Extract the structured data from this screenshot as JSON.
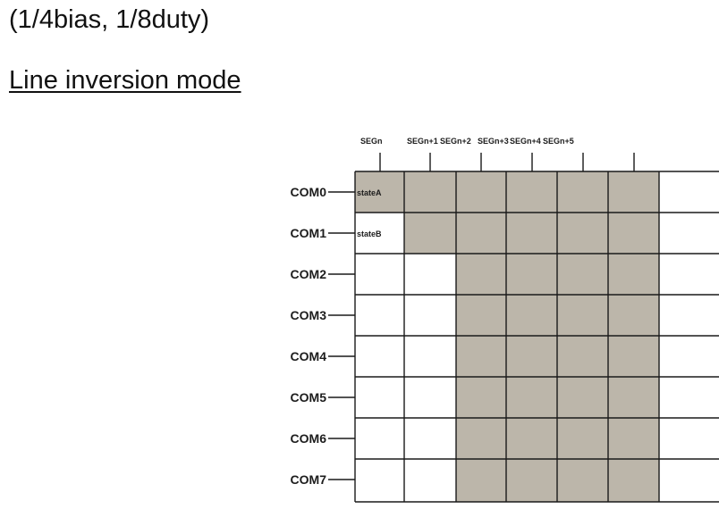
{
  "subtitle": "(1/4bias, 1/8duty)",
  "mode_title": "Line inversion mode",
  "segments": [
    "SEGn",
    "SEGn+1",
    "SEGn+2",
    "SEGn+3",
    "SEGn+4",
    "SEGn+5"
  ],
  "commons": [
    "COM0",
    "COM1",
    "COM2",
    "COM3",
    "COM4",
    "COM5",
    "COM6",
    "COM7"
  ],
  "cell_labels": [
    {
      "row": 0,
      "col": 0,
      "text": "stateA"
    },
    {
      "row": 1,
      "col": 0,
      "text": "stateB"
    }
  ],
  "shaded_cells": [
    [
      1,
      1,
      1,
      1,
      1,
      1,
      0
    ],
    [
      0,
      1,
      1,
      1,
      1,
      1,
      0
    ],
    [
      0,
      0,
      1,
      1,
      1,
      1,
      0
    ],
    [
      0,
      0,
      1,
      1,
      1,
      1,
      0
    ],
    [
      0,
      0,
      1,
      1,
      1,
      1,
      0
    ],
    [
      0,
      0,
      1,
      1,
      1,
      1,
      0
    ],
    [
      0,
      0,
      1,
      1,
      1,
      1,
      0
    ],
    [
      0,
      0,
      1,
      1,
      1,
      1,
      0
    ]
  ],
  "colors": {
    "shade": "#bcb6aa",
    "line": "#1a1a1a",
    "background": "#ffffff"
  }
}
